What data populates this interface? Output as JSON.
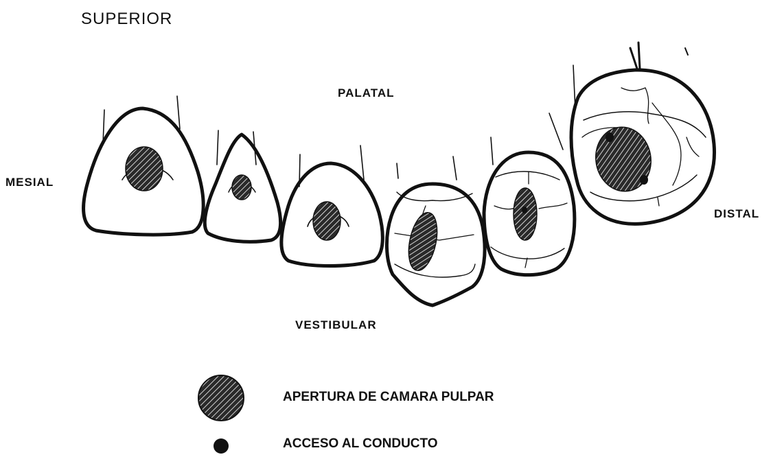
{
  "title": "SUPERIOR",
  "orientation": {
    "palatal": "PALATAL",
    "mesial": "MESIAL",
    "distal": "DISTAL",
    "vestibular": "VESTIBULAR"
  },
  "legend": {
    "apertura": "APERTURA DE CAMARA PULPAR",
    "acceso": "ACCESO AL CONDUCTO"
  },
  "colors": {
    "ink": "#111111",
    "paper": "#ffffff"
  }
}
